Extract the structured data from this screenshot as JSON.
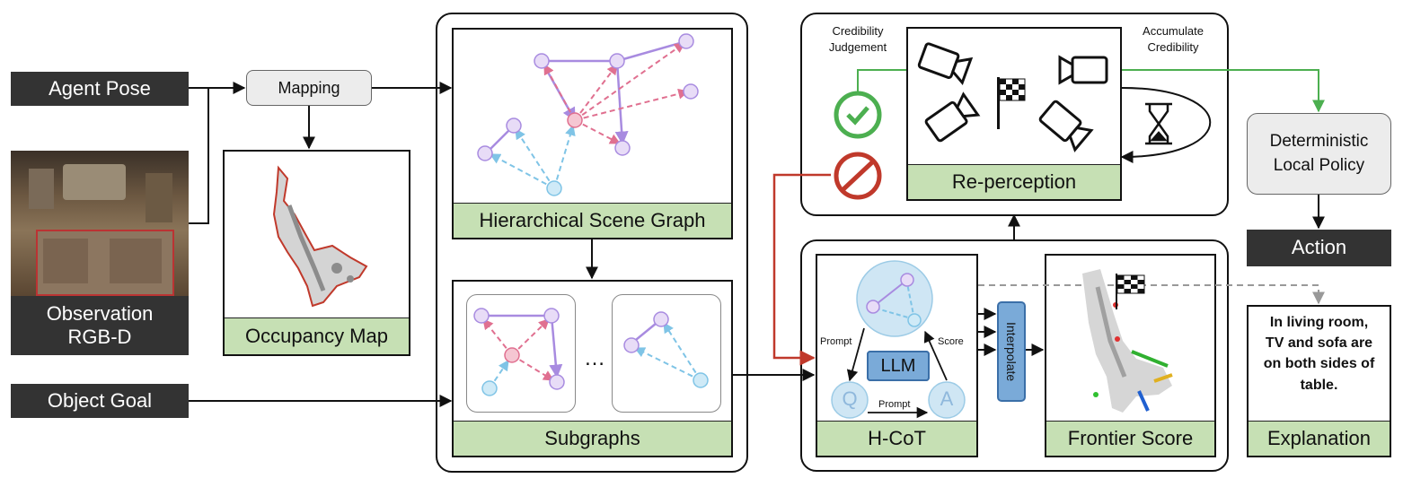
{
  "inputs": {
    "agent_pose": "Agent Pose",
    "observation_line1": "Observation",
    "observation_line2": "RGB-D",
    "object_goal": "Object Goal"
  },
  "mapping": {
    "button": "Mapping",
    "occupancy_map": "Occupancy Map"
  },
  "graph": {
    "hierarchical_scene_graph": "Hierarchical Scene Graph",
    "subgraphs": "Subgraphs",
    "ellipsis": "…"
  },
  "reperception": {
    "credibility_judgement_line1": "Credibility",
    "credibility_judgement_line2": "Judgement",
    "accumulate_credibility_line1": "Accumulate",
    "accumulate_credibility_line2": "Credibility",
    "label": "Re-perception"
  },
  "hcot": {
    "label": "H-CoT",
    "llm": "LLM",
    "q": "Q",
    "a": "A",
    "prompt_left": "Prompt",
    "prompt_bottom": "Prompt",
    "score": "Score",
    "interpolate": "Interpolate",
    "frontier_score": "Frontier Score"
  },
  "policy": {
    "line1": "Deterministic",
    "line2": "Local Policy",
    "action": "Action"
  },
  "explanation": {
    "text_line1": "In living room,",
    "text_line2": "TV and sofa are",
    "text_line3": "on both sides of",
    "text_line4": "table.",
    "label": "Explanation"
  },
  "colors": {
    "dark_label": "#333333",
    "green_label": "#c6e0b4",
    "node_purple": "#a88be0",
    "node_pink": "#e07090",
    "node_blue": "#7fc4e6",
    "arrow_red": "#c0392b",
    "arrow_green": "#4caf50"
  }
}
